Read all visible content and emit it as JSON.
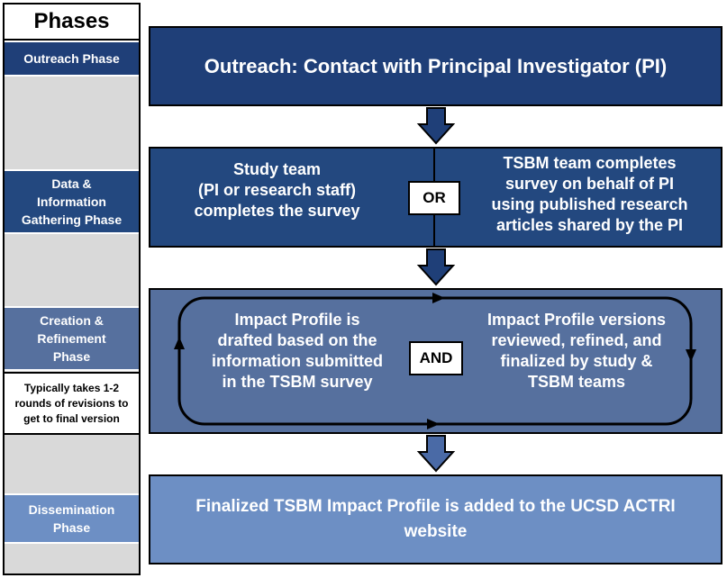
{
  "phases": {
    "title": "Phases",
    "outreach": "Outreach Phase",
    "data_gathering": "Data &\nInformation\nGathering Phase",
    "creation": "Creation &\nRefinement\nPhase",
    "revisions_note": "Typically takes 1-2\nrounds of revisions to\nget to final version",
    "dissemination": "Dissemination\nPhase"
  },
  "steps": {
    "outreach": "Outreach: Contact with Principal Investigator (PI)",
    "study_team": "Study team\n(PI or research staff)\ncompletes the survey",
    "or_label": "OR",
    "tsbm_team": "TSBM team completes\nsurvey on behalf of PI\nusing published research\narticles shared by the PI",
    "drafted": "Impact Profile is\ndrafted based on the\ninformation submitted\nin the TSBM survey",
    "and_label": "AND",
    "reviewed": "Impact Profile versions\nreviewed, refined, and\nfinalized by study &\nTSBM teams",
    "finalized": "Finalized TSBM Impact Profile is added to the UCSD ACTRI\nwebsite"
  },
  "colors": {
    "outreach": "#1f3f78",
    "data_gathering": "#23487f",
    "creation": "#56709e",
    "dissemination": "#6d8fc4",
    "arrow": "#1f3f78"
  }
}
